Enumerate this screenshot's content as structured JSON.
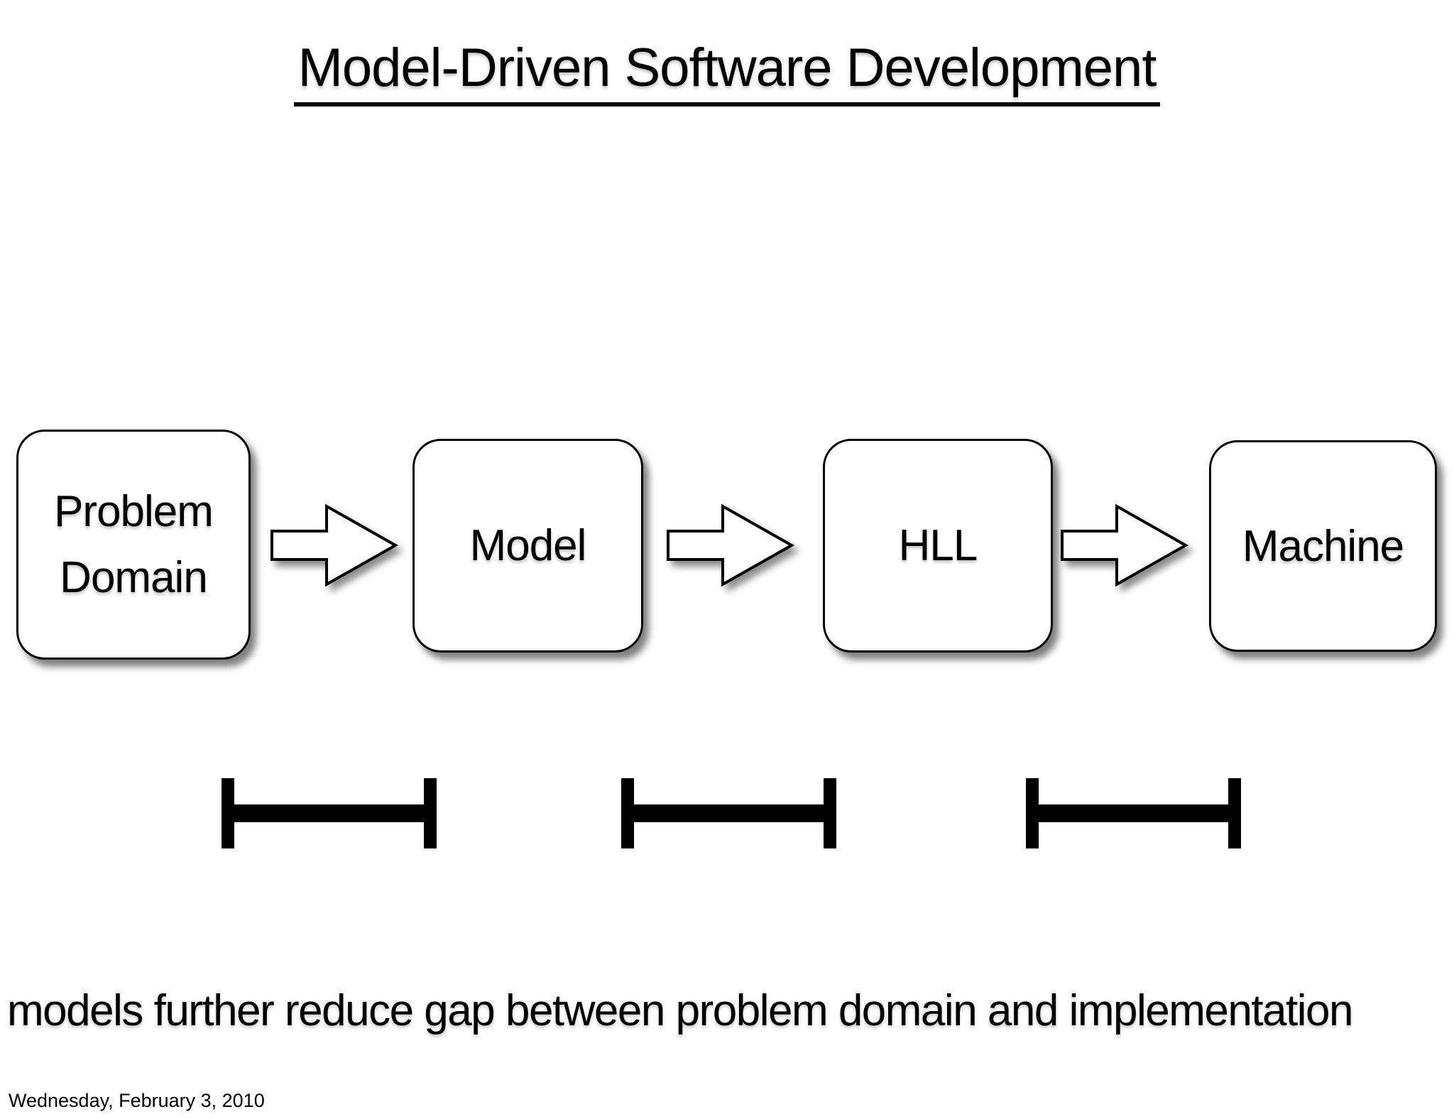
{
  "slide": {
    "title": "Model-Driven Software Development",
    "caption": "models further reduce gap between problem domain and implementation",
    "footer_date": "Wednesday, February 3, 2010"
  },
  "diagram": {
    "boxes": [
      {
        "id": "problem-domain",
        "label": "Problem Domain"
      },
      {
        "id": "model",
        "label": "Model"
      },
      {
        "id": "hll",
        "label": "HLL"
      },
      {
        "id": "machine",
        "label": "Machine"
      }
    ],
    "connectors": [
      {
        "type": "block-arrow-right",
        "from": "Problem Domain",
        "to": "Model"
      },
      {
        "type": "block-arrow-right",
        "from": "Model",
        "to": "HLL"
      },
      {
        "type": "block-arrow-right",
        "from": "HLL",
        "to": "Machine"
      }
    ],
    "gap_markers": [
      {
        "type": "i-beam",
        "under_gap": "Problem Domain / Model"
      },
      {
        "type": "i-beam",
        "under_gap": "Model / HLL"
      },
      {
        "type": "i-beam",
        "under_gap": "HLL / Machine"
      }
    ]
  },
  "colors": {
    "foreground": "#000000",
    "background": "#ffffff",
    "shape_fill": "#ffffff",
    "shadow": "rgba(0,0,0,0.5)"
  }
}
